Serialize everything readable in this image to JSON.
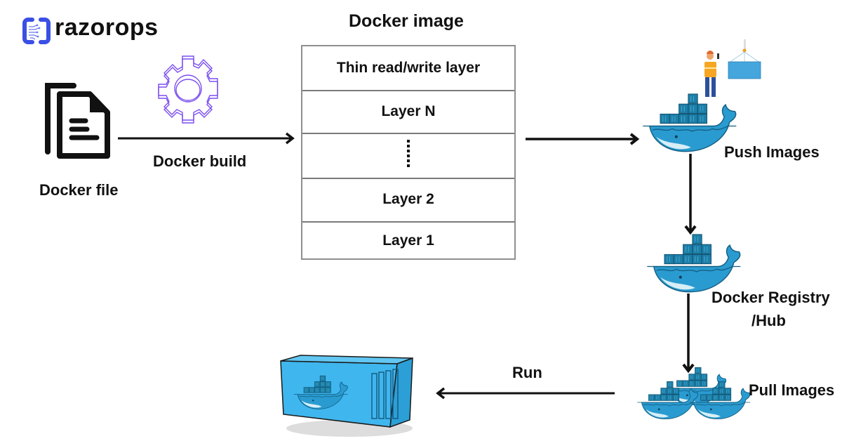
{
  "brand": {
    "name": "razorops",
    "logo_icon": "razorops-bracket-circuit-icon",
    "accent_color": "#3b4fe4"
  },
  "docker_file": {
    "label": "Docker file",
    "icon": "document-icon"
  },
  "build_step": {
    "label": "Docker build",
    "icon": "gear-icon",
    "gear_color": "#7b4ef0"
  },
  "docker_image": {
    "title": "Docker image",
    "layers": [
      "Thin read/write layer",
      "Layer N",
      "",
      "Layer 2",
      "Layer 1"
    ],
    "ellipsis_layer_index": 2
  },
  "push": {
    "label": "Push Images",
    "icon": "docker-whale-with-crane-icon"
  },
  "registry": {
    "label_line1": "Docker Registry",
    "label_line2": "/Hub",
    "icon": "docker-whale-icon"
  },
  "pull": {
    "label": "Pull Images",
    "icon": "docker-whales-group-icon"
  },
  "run": {
    "label": "Run",
    "icon": "docker-container-icon"
  },
  "colors": {
    "docker_blue": "#2496ed",
    "docker_dark": "#1b6f99",
    "container_blue": "#3fb6ee"
  }
}
